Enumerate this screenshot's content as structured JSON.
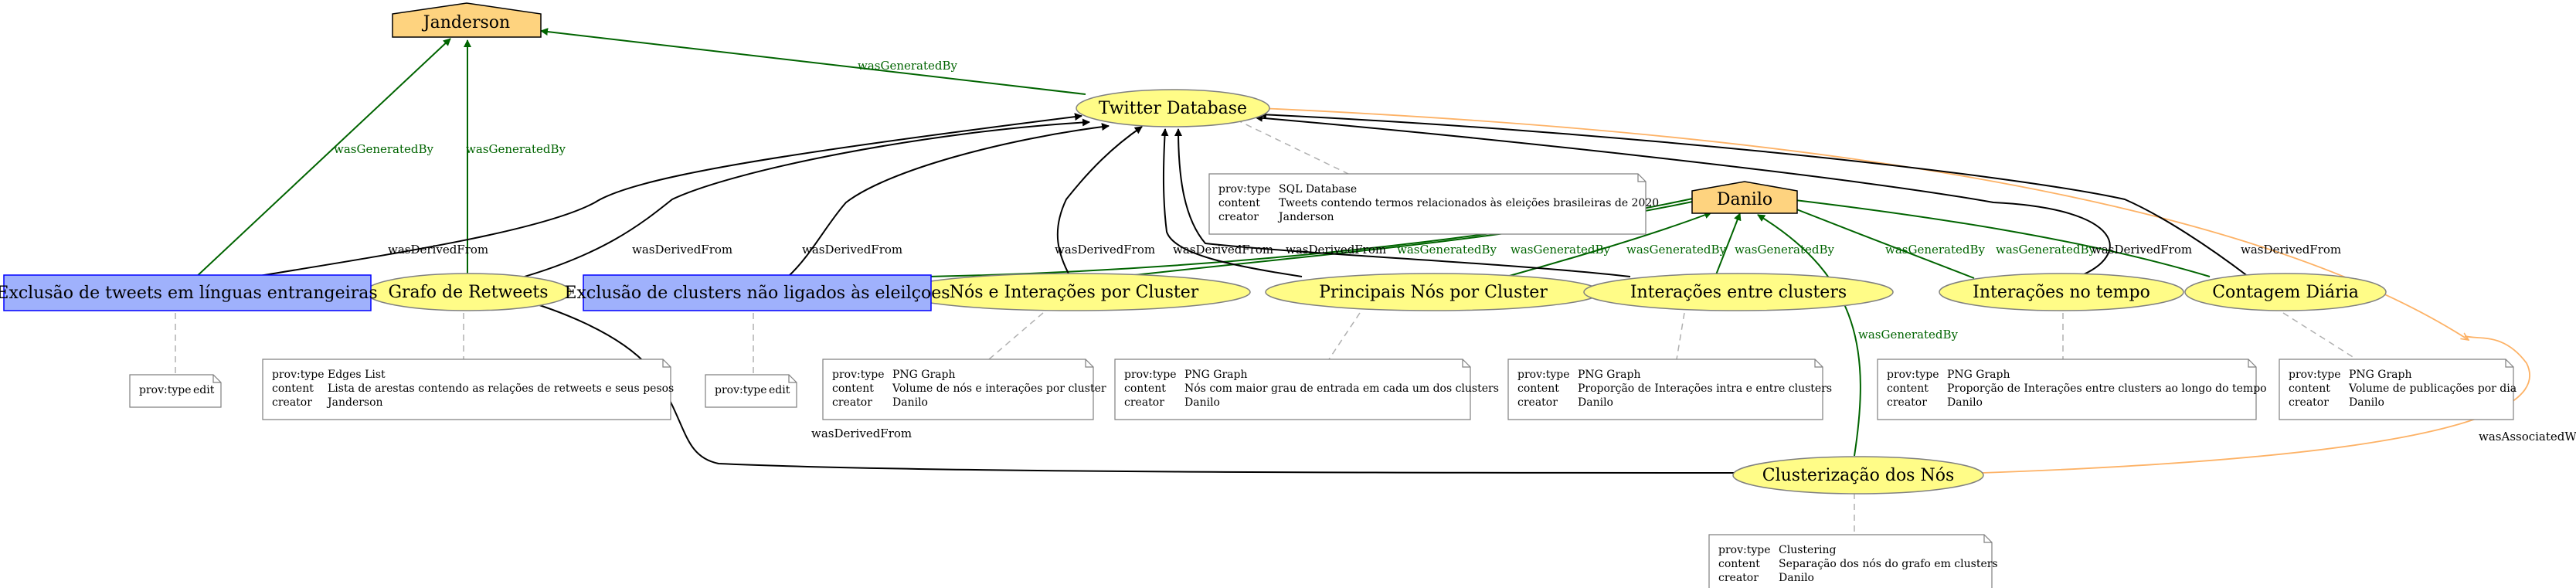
{
  "colors": {
    "agent_fill": "#fed37f",
    "entity_fill": "#fffc87",
    "activity_fill": "#9fb1fc",
    "activity_stroke": "#0000ff",
    "generated": "#006400",
    "derived": "#000000",
    "associated": "#fdb266",
    "note_border": "#808080"
  },
  "agents": {
    "janderson": "Janderson",
    "danilo": "Danilo"
  },
  "entities": {
    "twitter_db": "Twitter Database",
    "grafo_retweets": "Grafo de Retweets",
    "nos_interacoes": "Nós e Interações por Cluster",
    "principais_nos": "Principais Nós por Cluster",
    "interacoes_clusters": "Interações entre clusters",
    "interacoes_tempo": "Interações no tempo",
    "contagem_diaria": "Contagem Diária",
    "clusterizacao": "Clusterização dos Nós"
  },
  "activities": {
    "exclusao_tweets": "Exclusão de tweets em línguas entrangeiras",
    "exclusao_clusters": "Exclusão de clusters não ligados às eleilçoes"
  },
  "edge_labels": {
    "was_generated_by": "wasGeneratedBy",
    "was_derived_from": "wasDerivedFrom",
    "was_associated_with": "wasAssociatedWith"
  },
  "notes": {
    "twitter_db": [
      [
        "prov:type",
        "SQL Database"
      ],
      [
        "content",
        "Tweets contendo termos relacionados às eleições brasileiras de 2020"
      ],
      [
        "creator",
        "Janderson"
      ]
    ],
    "exclusao_tweets": [
      [
        "prov:type",
        "edit"
      ]
    ],
    "grafo_retweets": [
      [
        "prov:type",
        "Edges List"
      ],
      [
        "content",
        "Lista de arestas contendo as relações de retweets e seus pesos"
      ],
      [
        "creator",
        "Janderson"
      ]
    ],
    "exclusao_clusters": [
      [
        "prov:type",
        "edit"
      ]
    ],
    "nos_interacoes": [
      [
        "prov:type",
        "PNG Graph"
      ],
      [
        "content",
        "Volume de nós e interações por cluster"
      ],
      [
        "creator",
        "Danilo"
      ]
    ],
    "principais_nos": [
      [
        "prov:type",
        "PNG Graph"
      ],
      [
        "content",
        "Nós com maior grau de entrada em cada um dos clusters"
      ],
      [
        "creator",
        "Danilo"
      ]
    ],
    "interacoes_clusters": [
      [
        "prov:type",
        "PNG Graph"
      ],
      [
        "content",
        "Proporção de Interações intra e entre clusters"
      ],
      [
        "creator",
        "Danilo"
      ]
    ],
    "interacoes_tempo": [
      [
        "prov:type",
        "PNG Graph"
      ],
      [
        "content",
        "Proporção de Interações entre clusters ao longo do tempo"
      ],
      [
        "creator",
        "Danilo"
      ]
    ],
    "contagem_diaria": [
      [
        "prov:type",
        "PNG Graph"
      ],
      [
        "content",
        "Volume de publicações por dia"
      ],
      [
        "creator",
        "Danilo"
      ]
    ],
    "clusterizacao": [
      [
        "prov:type",
        "Clustering"
      ],
      [
        "content",
        "Separação dos nós do grafo em clusters"
      ],
      [
        "creator",
        "Danilo"
      ]
    ]
  }
}
